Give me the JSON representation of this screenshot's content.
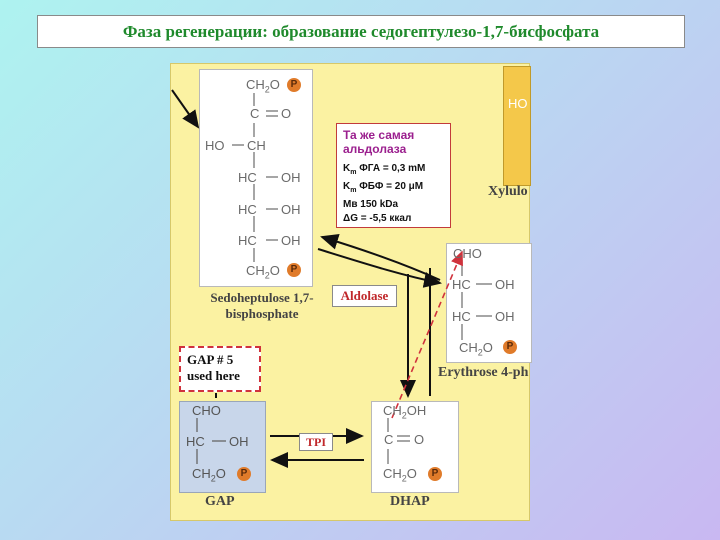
{
  "title": "Фаза регенерации: образование седогептулезо-1,7-бисфосфата",
  "info": {
    "heading_line1": "Та же самая",
    "heading_line2": "альдолаза",
    "km1_prefix": "K",
    "km1_sub": "m",
    "km1_rest": " ФГА = 0,3 mM",
    "km2_prefix": "K",
    "km2_sub": "m",
    "km2_rest": " ФБФ = 20 μM",
    "mw": "Мв 150 kDa",
    "dg": "ΔG = -5,5 ккал"
  },
  "gap_note": {
    "line1": "GAP # 5",
    "line2": "used here"
  },
  "enzymes": {
    "aldolase": "Aldolase",
    "tpi": "TPI"
  },
  "labels": {
    "sedoheptulose_line1": "Sedoheptulose 1,7-",
    "sedoheptulose_line2": "bisphosphate",
    "xylulose": "Xylulo",
    "xylulose_ho": "HO",
    "erythrose": "Erythrose 4-ph",
    "gap": "GAP",
    "dhap": "DHAP"
  },
  "phosphate_symbol": "P",
  "sedoheptulose": {
    "top": "CH",
    "top_sub": "2",
    "top_o": "O",
    "keto_c": "C",
    "keto_o": "O",
    "row3_left": "HO",
    "row3_c": "CH",
    "row4_c": "HC",
    "row4_oh": "OH",
    "row5_c": "HC",
    "row5_oh": "OH",
    "row6_c": "HC",
    "row6_oh": "OH",
    "bottom": "CH",
    "bottom_sub": "2",
    "bottom_o": "O"
  },
  "erythrose": {
    "top": "CHO",
    "row2_c": "HC",
    "row2_oh": "OH",
    "row3_c": "HC",
    "row3_oh": "OH",
    "bottom": "CH",
    "bottom_sub": "2",
    "bottom_o": "O"
  },
  "gap_mol": {
    "top": "CHO",
    "row2_c": "HC",
    "row2_oh": "OH",
    "bottom": "CH",
    "bottom_sub": "2",
    "bottom_o": "O"
  },
  "dhap_mol": {
    "top": "CH",
    "top_sub": "2",
    "top_oh": "OH",
    "keto_c": "C",
    "keto_o": "O",
    "bottom": "CH",
    "bottom_sub": "2",
    "bottom_o": "O"
  },
  "colors": {
    "title_green": "#1f8a2c",
    "panel_yellow": "#fbf2a2",
    "phosphate_orange": "#e07b2a",
    "enzyme_red": "#c0282b",
    "dashed_red": "#d0323c",
    "info_purple": "#9b1f8e"
  }
}
